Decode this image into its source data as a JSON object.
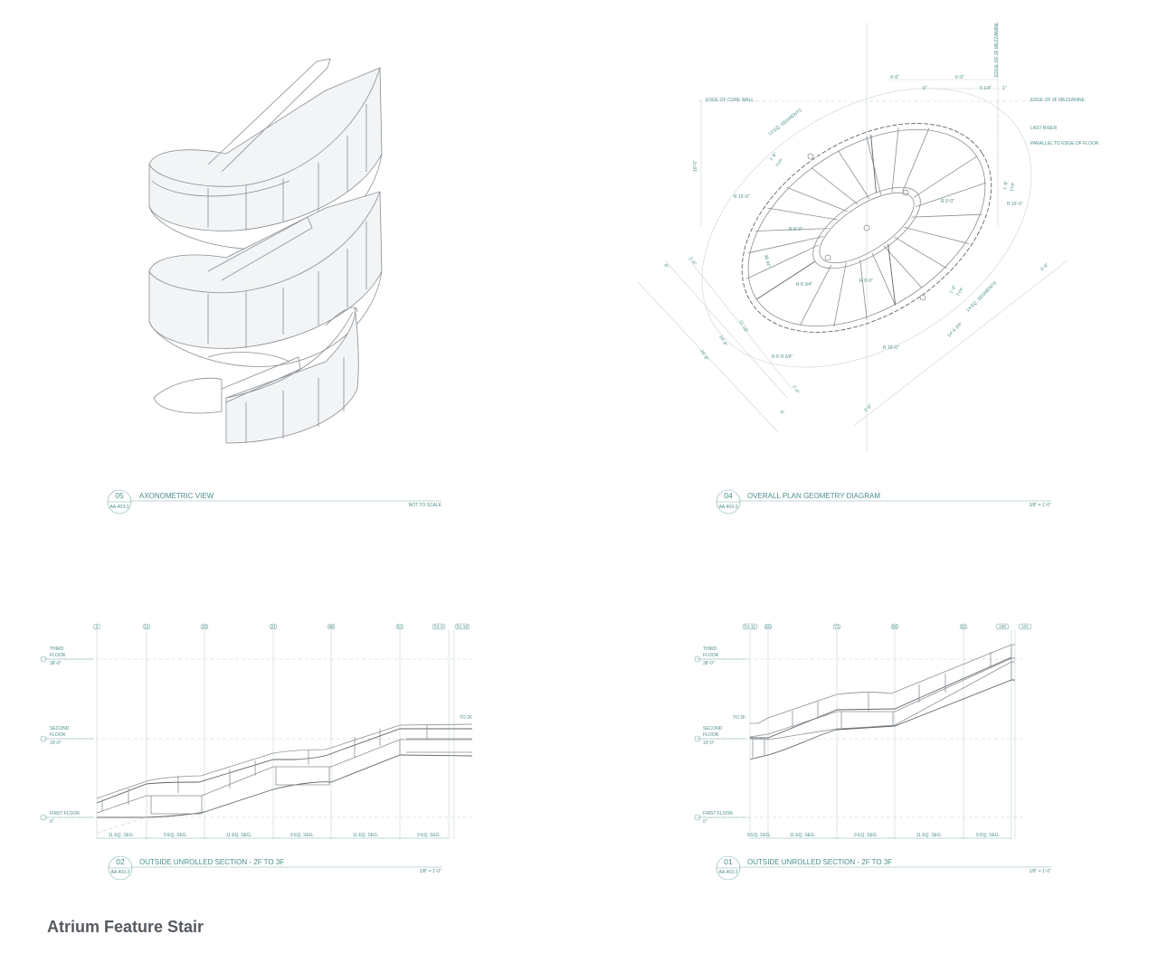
{
  "sheet_title": "Atrium Feature Stair",
  "colors": {
    "annotation": "#4a8e8a",
    "linework": "#8a8f94",
    "title": "#555a60"
  },
  "views": {
    "axon": {
      "number": "05",
      "sheet": "AA-403-3",
      "title": "AXONOMETRIC VIEW",
      "scale": "NOT TO SCALE"
    },
    "plan": {
      "number": "04",
      "sheet": "AA-403-3",
      "title": "OVERALL PLAN GEOMETRY DIAGRAM",
      "scale": "3/8\" = 1'-0\"",
      "notes": {
        "edge_core_wall": "EDGE OF CORE WALL",
        "edge_3f_mezz": "EDGE OF 3F MEZZANINE",
        "edge_3f_mezz_vert": "EDGE OF 3F MEZZANINE",
        "last_riser": "LAST RISER",
        "parallel": "PARALLEL TO EDGE OF FLOOR",
        "seg10": "10 EQ. SEGMENTS",
        "seg14": "14 EQ. SEGMENTS"
      },
      "dims": [
        "4'-6\"",
        "6'-0\"",
        "6\"",
        "5 1/4\"",
        "1\"",
        "10'-0\"",
        "1'-6\"",
        "TYP",
        "R 15'-0\"",
        "R 9'-0\"",
        "R 9'-0\"",
        "1'-6\"",
        "TYP",
        "R 15'-0\"",
        "38.44°",
        "R 8 3/4\"",
        "R 9'-0\"",
        "1'-6\"",
        "TYP",
        "3'-6\"",
        "1'-4\"",
        "6\"",
        "11'-10\"",
        "14'-8\"",
        "15'-8\"",
        "R 6'-8 3/4\"",
        "R 15'-0\"",
        "14'-4 3/4\"",
        "1'-4\"",
        "6\"",
        "3'-6\""
      ]
    },
    "section02": {
      "number": "02",
      "sheet": "AA-403-3",
      "title": "OUTSIDE UNROLLED SECTION - 2F TO 3F",
      "scale": "1/8\" = 1'-0\"",
      "gridlines": [
        "3",
        "11",
        "20",
        "31",
        "40",
        "51",
        "51.9",
        "51.10"
      ],
      "segments": [
        "11 EQ. SEG.",
        "9 EQ. SEG.",
        "11 EQ. SEG.",
        "9 EQ. SEG.",
        "11 EQ. SEG.",
        "9 EQ. SEG."
      ],
      "to_label": "TO 2F",
      "levels": [
        {
          "name1": "THIRD",
          "name2": "FLOOR",
          "elev": "38'-0\""
        },
        {
          "name1": "SECOND",
          "name2": "FLOOR",
          "elev": "19'-0\""
        },
        {
          "name1": "FIRST FLOOR",
          "name2": "",
          "elev": "0\""
        }
      ]
    },
    "section01": {
      "number": "01",
      "sheet": "AA-403-3",
      "title": "OUTSIDE UNROLLED SECTION - 2F TO 3F",
      "scale": "1/8\" = 1'-0\"",
      "gridlines": [
        "51.11",
        "60",
        "71",
        "80",
        "91",
        "100",
        "101"
      ],
      "segments": [
        "9 EQ. SEG.",
        "11 EQ. SEG.",
        "9 EQ. SEG.",
        "11 EQ. SEG.",
        "9 EQ. SEG."
      ],
      "to_label": "TO 2F",
      "levels": [
        {
          "name1": "THIRD",
          "name2": "FLOOR",
          "elev": "38'-0\""
        },
        {
          "name1": "SECOND",
          "name2": "FLOOR",
          "elev": "19'-0\""
        },
        {
          "name1": "FIRST FLOOR",
          "name2": "",
          "elev": "0\""
        }
      ]
    }
  }
}
